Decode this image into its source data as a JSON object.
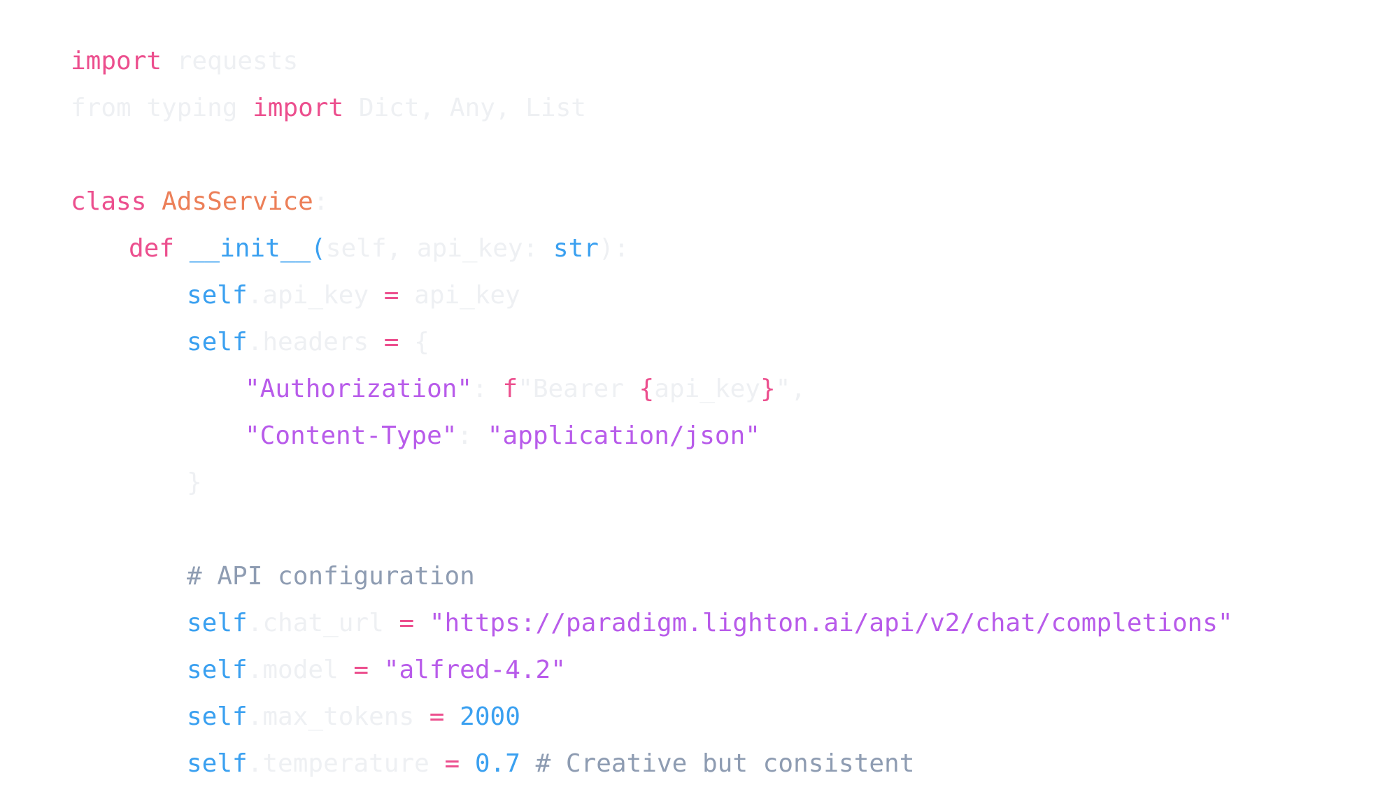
{
  "editor": {
    "colors": {
      "keyword": "#ec4f8e",
      "class_name": "#ec7f58",
      "function_and_self": "#3aa0f0",
      "string": "#b85bea",
      "comment": "#8e9cb2",
      "faded": "#eef0f3",
      "background": "#ffffff"
    },
    "lines": [
      {
        "indent": 0,
        "tokens": [
          {
            "text": "import",
            "kind": "kw"
          },
          {
            "text": " requests",
            "kind": "dim"
          }
        ]
      },
      {
        "indent": 0,
        "tokens": [
          {
            "text": "from typing ",
            "kind": "dim"
          },
          {
            "text": "import",
            "kind": "kw"
          },
          {
            "text": " Dict, Any, List",
            "kind": "dim"
          }
        ]
      },
      {
        "indent": 0,
        "tokens": []
      },
      {
        "indent": 0,
        "tokens": [
          {
            "text": "class",
            "kind": "kw"
          },
          {
            "text": " ",
            "kind": "dim"
          },
          {
            "text": "AdsService",
            "kind": "cls"
          },
          {
            "text": ":",
            "kind": "dim"
          }
        ]
      },
      {
        "indent": 1,
        "tokens": [
          {
            "text": "def",
            "kind": "kw"
          },
          {
            "text": " ",
            "kind": "dim"
          },
          {
            "text": "__init__(",
            "kind": "fn"
          },
          {
            "text": "self, api_key: ",
            "kind": "dim"
          },
          {
            "text": "str",
            "kind": "blu"
          },
          {
            "text": "):",
            "kind": "dim"
          }
        ]
      },
      {
        "indent": 2,
        "tokens": [
          {
            "text": "self",
            "kind": "blu"
          },
          {
            "text": ".api_key ",
            "kind": "dim"
          },
          {
            "text": "=",
            "kind": "kw"
          },
          {
            "text": " api_key",
            "kind": "dim"
          }
        ]
      },
      {
        "indent": 2,
        "tokens": [
          {
            "text": "self",
            "kind": "blu"
          },
          {
            "text": ".headers ",
            "kind": "dim"
          },
          {
            "text": "=",
            "kind": "kw"
          },
          {
            "text": " {",
            "kind": "dim"
          }
        ]
      },
      {
        "indent": 3,
        "tokens": [
          {
            "text": "\"Authorization\"",
            "kind": "str"
          },
          {
            "text": ": ",
            "kind": "dim"
          },
          {
            "text": "f",
            "kind": "kw"
          },
          {
            "text": "\"Bearer ",
            "kind": "dim"
          },
          {
            "text": "{",
            "kind": "kw"
          },
          {
            "text": "api_key",
            "kind": "dim"
          },
          {
            "text": "}",
            "kind": "kw"
          },
          {
            "text": "\",",
            "kind": "dim"
          }
        ]
      },
      {
        "indent": 3,
        "tokens": [
          {
            "text": "\"Content-Type\"",
            "kind": "str"
          },
          {
            "text": ": ",
            "kind": "dim"
          },
          {
            "text": "\"application/json\"",
            "kind": "str"
          }
        ]
      },
      {
        "indent": 2,
        "tokens": [
          {
            "text": "}",
            "kind": "dim"
          }
        ]
      },
      {
        "indent": 0,
        "tokens": []
      },
      {
        "indent": 2,
        "tokens": [
          {
            "text": "# API configuration",
            "kind": "cm"
          }
        ]
      },
      {
        "indent": 2,
        "tokens": [
          {
            "text": "self",
            "kind": "blu"
          },
          {
            "text": ".chat_url ",
            "kind": "dim"
          },
          {
            "text": "=",
            "kind": "kw"
          },
          {
            "text": " ",
            "kind": "dim"
          },
          {
            "text": "\"https://paradigm.lighton.ai/api/v2/chat/completions\"",
            "kind": "str"
          }
        ]
      },
      {
        "indent": 2,
        "tokens": [
          {
            "text": "self",
            "kind": "blu"
          },
          {
            "text": ".model ",
            "kind": "dim"
          },
          {
            "text": "=",
            "kind": "kw"
          },
          {
            "text": " ",
            "kind": "dim"
          },
          {
            "text": "\"alfred-4.2\"",
            "kind": "str"
          }
        ]
      },
      {
        "indent": 2,
        "tokens": [
          {
            "text": "self",
            "kind": "blu"
          },
          {
            "text": ".max_tokens ",
            "kind": "dim"
          },
          {
            "text": "=",
            "kind": "kw"
          },
          {
            "text": " ",
            "kind": "dim"
          },
          {
            "text": "2000",
            "kind": "blu"
          }
        ]
      },
      {
        "indent": 2,
        "tokens": [
          {
            "text": "self",
            "kind": "blu"
          },
          {
            "text": ".temperature ",
            "kind": "dim"
          },
          {
            "text": "=",
            "kind": "kw"
          },
          {
            "text": " ",
            "kind": "dim"
          },
          {
            "text": "0.7",
            "kind": "blu"
          },
          {
            "text": " ",
            "kind": "dim"
          },
          {
            "text": "# Creative but consistent",
            "kind": "cm"
          }
        ]
      }
    ]
  }
}
